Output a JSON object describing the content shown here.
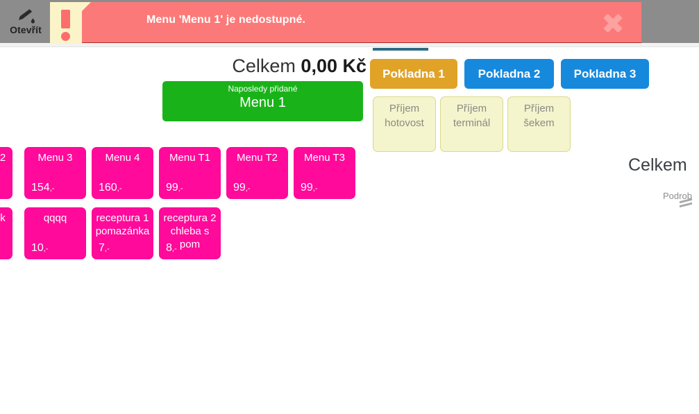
{
  "toolbar": {
    "open_button": {
      "label": "Otevřít",
      "icon": "bottle-pour-icon"
    },
    "background_color": "#8c8c8c"
  },
  "alert": {
    "message": "Menu 'Menu 1' je nedostupné.",
    "icon": "exclamation-icon",
    "close_icon": "close-x-icon",
    "background_color": "#fb7a79",
    "icon_background_color": "#fbf4c9"
  },
  "order": {
    "total_label": "Celkem",
    "total_amount": "0,00 Kč",
    "last_added": {
      "caption": "Naposledy přidané",
      "value": "Menu 1",
      "color": "#19b319"
    }
  },
  "registers": {
    "active_index": 0,
    "tabs": [
      {
        "label": "Pokladna 1",
        "color": "#e0a328",
        "active": true
      },
      {
        "label": "Pokladna 2",
        "color": "#1689dd",
        "active": false
      },
      {
        "label": "Pokladna 3",
        "color": "#1689dd",
        "active": false
      }
    ]
  },
  "payments": [
    {
      "label": "Příjem hotovost"
    },
    {
      "label": "Příjem terminál"
    },
    {
      "label": "Příjem šekem"
    }
  ],
  "products": {
    "tile_color": "#ff0a9a",
    "rows": [
      [
        {
          "name": "2",
          "price": "",
          "clipped": true
        },
        {
          "name": "Menu 3",
          "price": "154",
          "suffix": ",-"
        },
        {
          "name": "Menu 4",
          "price": "160",
          "suffix": ",-"
        },
        {
          "name": "Menu T1",
          "price": "99",
          "suffix": ",-"
        },
        {
          "name": "Menu T2",
          "price": "99",
          "suffix": ",-"
        },
        {
          "name": "Menu T3",
          "price": "99",
          "suffix": ",-"
        }
      ],
      [
        {
          "name": "k",
          "price": "",
          "clipped": true
        },
        {
          "name": "qqqq",
          "price": "10",
          "suffix": ",-"
        },
        {
          "name": "receptura 1 pomazánka",
          "price": "7",
          "suffix": ",-"
        },
        {
          "name": "receptura 2 chleba s pom",
          "price": "8",
          "suffix": ",-"
        }
      ]
    ]
  },
  "right_panel": {
    "total_label": "Celkem",
    "detail_label": "Podrob",
    "chevron_icon": "double-chevron-icon"
  }
}
